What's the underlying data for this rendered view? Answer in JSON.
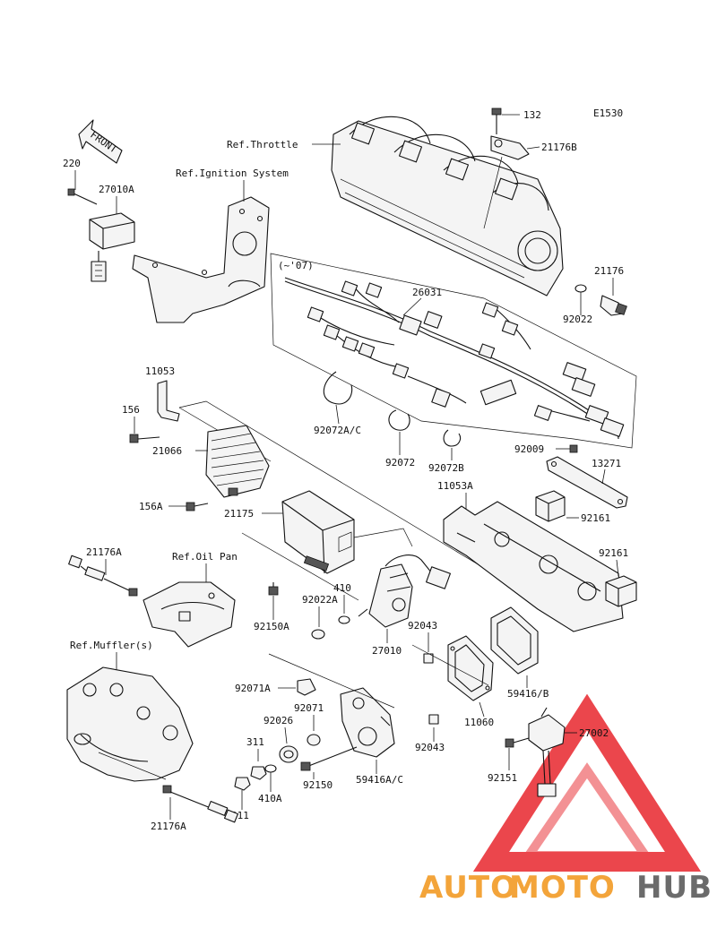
{
  "diagram_code": "E1530",
  "front_label": "FRONT",
  "refs": {
    "throttle": "Ref.Throttle",
    "ignition": "Ref.Ignition System",
    "oil_pan": "Ref.Oil Pan",
    "muffler": "Ref.Muffler(s)"
  },
  "harness_note": "(~'07)",
  "parts": {
    "p132": "132",
    "p21176B": "21176B",
    "p21176": "21176",
    "p92022": "92022",
    "p220": "220",
    "p27010A": "27010A",
    "p26031": "26031",
    "p11053": "11053",
    "p156": "156",
    "p21066": "21066",
    "p92072AC": "92072A/C",
    "p92072": "92072",
    "p92072B": "92072B",
    "p92009": "92009",
    "p13271": "13271",
    "p156A": "156A",
    "p21175": "21175",
    "p11053A": "11053A",
    "p92161a": "92161",
    "p92161b": "92161",
    "p21176A_top": "21176A",
    "p410": "410",
    "p92022A": "92022A",
    "p92150A": "92150A",
    "p92043a": "92043",
    "p27010": "27010",
    "p59416B": "59416/B",
    "p92071A": "92071A",
    "p92071": "92071",
    "p92026": "92026",
    "p11060": "11060",
    "p92043b": "92043",
    "p27002": "27002",
    "p311a": "311",
    "p92150": "92150",
    "p59416AC": "59416A/C",
    "p92151": "92151",
    "p410A": "410A",
    "p311b": "311",
    "p21176A_bot": "21176A"
  },
  "watermark": {
    "auto": "AUTO",
    "moto": "MOTO",
    "hub": "HUB",
    "color_orange": "#f3a43a",
    "color_grey": "#6b6b6b",
    "color_triangle": "#e8262d"
  }
}
